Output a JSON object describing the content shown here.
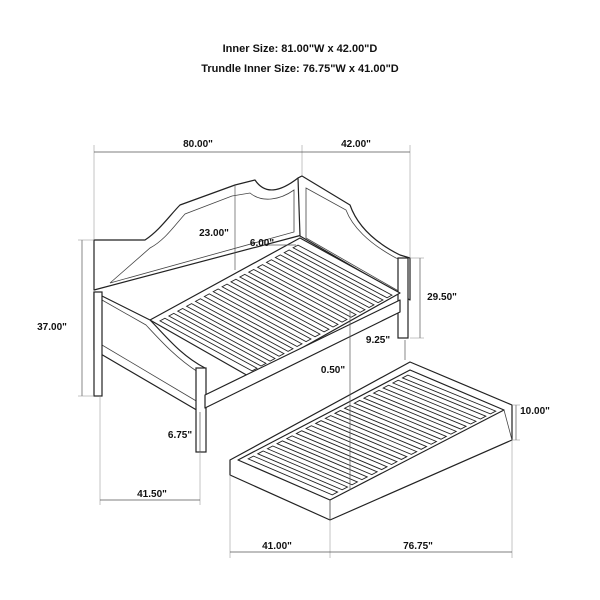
{
  "header": {
    "inner_size": "Inner Size: 81.00\"W x 42.00\"D",
    "trundle_inner_size": "Trundle Inner Size: 76.75\"W x 41.00\"D"
  },
  "dimensions": {
    "overall_width": "80.00\"",
    "overall_depth": "42.00\"",
    "back_height": "23.00\"",
    "back_curve": "6.00\"",
    "arm_height": "29.50\"",
    "overall_height": "37.00\"",
    "under_clearance": "9.25\"",
    "trundle_gap": "0.50\"",
    "leg_height": "6.75\"",
    "trundle_height": "10.00\"",
    "seat_depth": "41.50\"",
    "trundle_depth": "41.00\"",
    "trundle_width": "76.75\""
  }
}
